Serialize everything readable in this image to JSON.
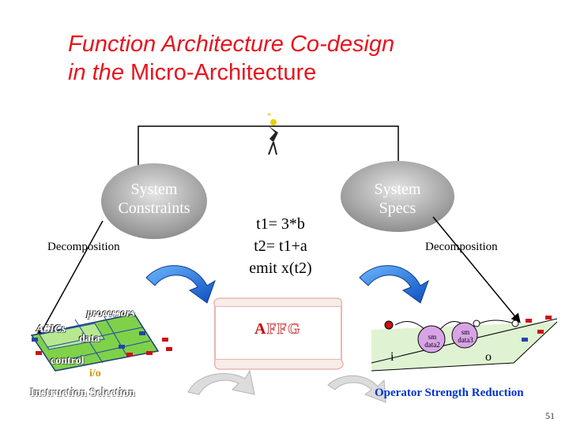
{
  "slide": {
    "title_line1": "Function Architecture Co-design",
    "title_line2_prefix": "in the ",
    "title_line2_main": "Micro-Architecture",
    "page_number": "51"
  },
  "left_oval": {
    "line1": "System",
    "line2": "Constraints"
  },
  "right_oval": {
    "line1": "System",
    "line2": "Specs"
  },
  "decomposition_left": "Decomposition",
  "decomposition_right": "Decomposition",
  "code": {
    "line1": "t1= 3*b",
    "line2": "t2= t1+a",
    "line3": "emit x(t2)"
  },
  "afg_box": {
    "first": "A",
    "rest": "FFG"
  },
  "chip": {
    "processors": "processors",
    "asics": "ASICs",
    "data": "data",
    "control": "control",
    "io": "i/o"
  },
  "graph": {
    "left_label": "i",
    "right_label": "o",
    "node1": "sm data2",
    "node2": "sm data3"
  },
  "footer": {
    "left": "Instruction Selection",
    "right": "Operator Strength Reduction"
  },
  "colors": {
    "title": "#e8141e",
    "oval": "#b0b0b0",
    "arrow_blue": "#2a7ff0",
    "chip_green": "#7fd14a",
    "link_blue": "#0033cc"
  }
}
